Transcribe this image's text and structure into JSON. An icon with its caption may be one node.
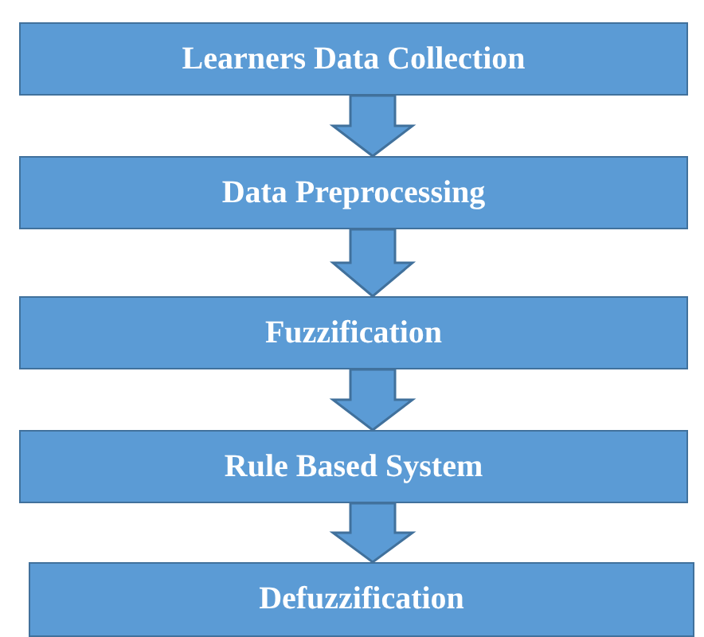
{
  "diagram": {
    "nodes": [
      {
        "text": [
          "Learners Data Collection"
        ]
      },
      {
        "text": [
          "Data Preprocessing"
        ]
      },
      {
        "text": [
          "Fuzzification"
        ]
      },
      {
        "text": [
          "Rule Based System"
        ]
      },
      {
        "text": [
          "Defuzzification"
        ]
      }
    ],
    "edges": [
      {
        "from": 0,
        "to": 1,
        "arrow": "to"
      },
      {
        "from": 1,
        "to": 2,
        "arrow": "to"
      },
      {
        "from": 2,
        "to": 3,
        "arrow": "to"
      },
      {
        "from": 3,
        "to": 4,
        "arrow": "to"
      }
    ]
  }
}
